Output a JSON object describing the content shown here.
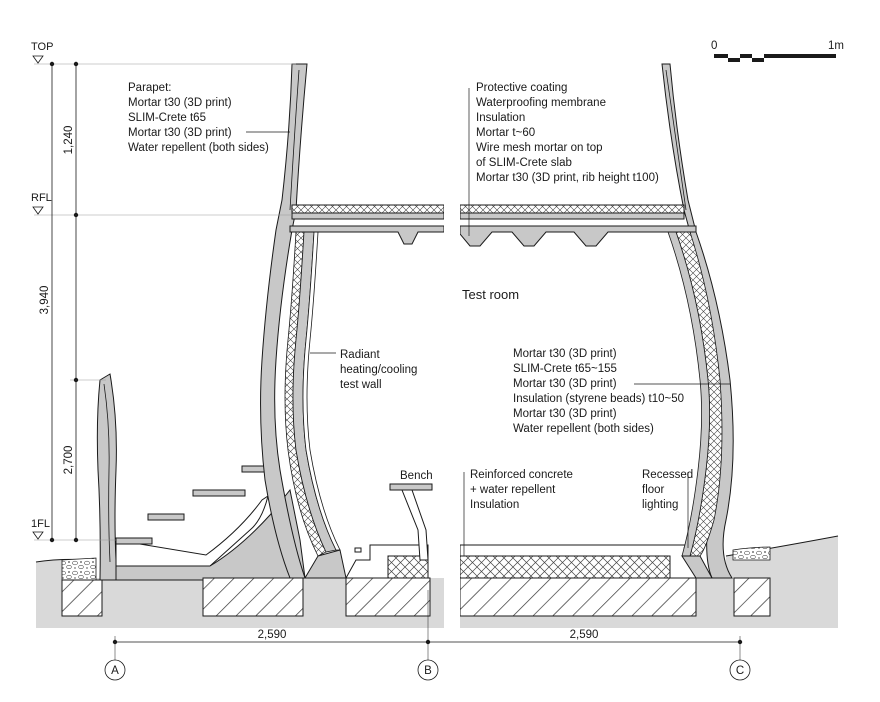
{
  "levels": {
    "top": "TOP",
    "rfl": "RFL",
    "fl1": "1FL"
  },
  "vertical_dims": {
    "d1240": "1,240",
    "d3940": "3,940",
    "d2700": "2,700"
  },
  "horizontal_dims": {
    "ab": "2,590",
    "bc": "2,590"
  },
  "grid": {
    "a": "A",
    "b": "B",
    "c": "C"
  },
  "scale": {
    "zero": "0",
    "one": "1m"
  },
  "parapet_note": [
    "Parapet:",
    "Mortar t30 (3D print)",
    "SLIM-Crete t65",
    "Mortar t30 (3D print)",
    "Water repellent (both sides)"
  ],
  "roof_note": [
    "Protective coating",
    "Waterproofing membrane",
    "Insulation",
    "Mortar t~60",
    "Wire mesh mortar on top",
    "of SLIM-Crete slab",
    "Mortar t30 (3D print, rib height t100)"
  ],
  "room_label": "Test room",
  "radiant_note": [
    "Radiant",
    "heating/cooling",
    "test wall"
  ],
  "wall_note": [
    "Mortar t30 (3D print)",
    "SLIM-Crete t65~155",
    "Mortar t30 (3D print)",
    "Insulation (styrene beads) t10~50",
    "Mortar t30 (3D print)",
    "Water repellent (both sides)"
  ],
  "bench_label": "Bench",
  "floor_note": [
    "Reinforced concrete",
    "+ water repellent",
    "Insulation"
  ],
  "lighting_note": [
    "Recessed",
    "floor",
    "lighting"
  ],
  "colors": {
    "wall_fill": "#c8c8c8",
    "ground_fill": "#d9d9d9",
    "line": "#1a1a1a"
  }
}
